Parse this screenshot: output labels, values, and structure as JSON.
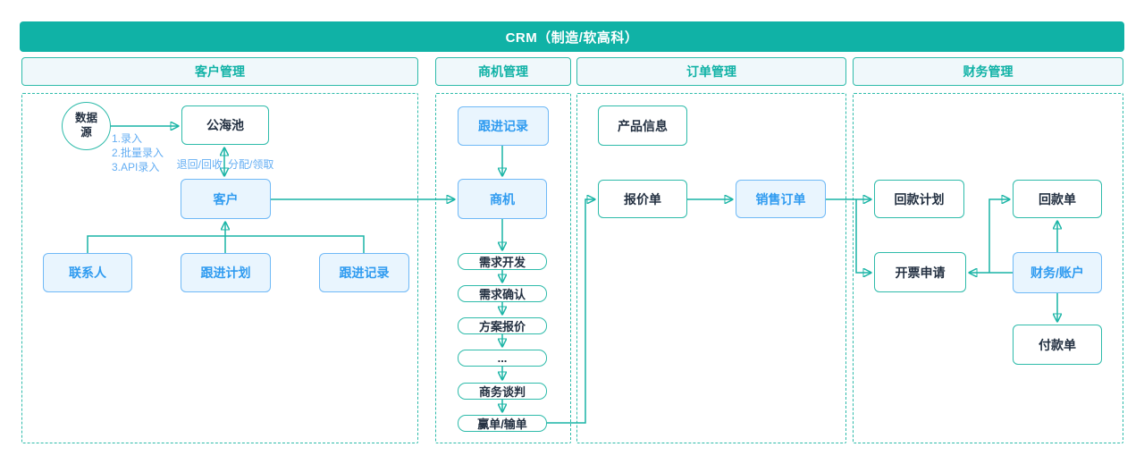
{
  "title": "CRM（制造/软高科）",
  "colors": {
    "header_bar_bg": "#10b2a6",
    "accent_teal": "#19b4a5",
    "section_header_bg": "#f0f8fb",
    "highlight_node_bg": "#e9f5fe",
    "highlight_node_border": "#6fb9f6",
    "highlight_node_text": "#2f9bf0",
    "plain_node_text": "#233041",
    "edge_label_blue": "#64aef3"
  },
  "sections": [
    {
      "id": "customer",
      "label": "客户管理"
    },
    {
      "id": "opportunity",
      "label": "商机管理"
    },
    {
      "id": "order",
      "label": "订单管理"
    },
    {
      "id": "finance",
      "label": "财务管理"
    }
  ],
  "nodes": {
    "data_source": {
      "label": "数据源"
    },
    "public_pool": {
      "label": "公海池"
    },
    "customer": {
      "label": "客户"
    },
    "contact": {
      "label": "联系人"
    },
    "follow_plan": {
      "label": "跟进计划"
    },
    "follow_record_customer": {
      "label": "跟进记录"
    },
    "follow_record_opportunity": {
      "label": "跟进记录"
    },
    "opportunity": {
      "label": "商机"
    },
    "stage_demand_dev": {
      "label": "需求开发"
    },
    "stage_demand_confirm": {
      "label": "需求确认"
    },
    "stage_solution_quote": {
      "label": "方案报价"
    },
    "stage_ellipsis": {
      "label": "..."
    },
    "stage_negotiation": {
      "label": "商务谈判"
    },
    "stage_win_lose": {
      "label": "赢单/输单"
    },
    "product_info": {
      "label": "产品信息"
    },
    "quotation": {
      "label": "报价单"
    },
    "sales_order": {
      "label": "销售订单"
    },
    "payment_plan": {
      "label": "回款计划"
    },
    "payment_receipt": {
      "label": "回款单"
    },
    "invoice_request": {
      "label": "开票申请"
    },
    "finance_account": {
      "label": "财务/账户"
    },
    "payment_bill": {
      "label": "付款单"
    }
  },
  "edge_labels": {
    "entry_methods": [
      "1.录入",
      "2.批量录入",
      "3.API录入"
    ],
    "return_recycle": "退回/回收",
    "assign_claim": "分配/领取"
  }
}
